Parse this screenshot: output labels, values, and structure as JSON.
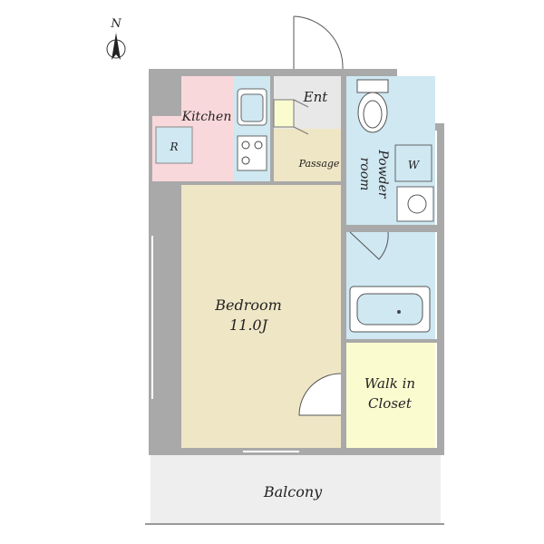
{
  "compass": {
    "label": "N"
  },
  "rooms": {
    "kitchen": "Kitchen",
    "fridge": "R",
    "entrance": "Ent",
    "passage": "Passage",
    "powder_line1": "Powder",
    "powder_line2": "room",
    "washer": "W",
    "bedroom": "Bedroom",
    "bedroom_size": "11.0J",
    "closet_line1": "Walk in",
    "closet_line2": "Closet",
    "balcony": "Balcony"
  },
  "colors": {
    "kitchen": "#f9d8dc",
    "bedroom": "#efe6c6",
    "bath": "#cfe8f2",
    "closet": "#fbfbd0",
    "entrance": "#e8e8e8",
    "wall": "#a9a9a9",
    "balcony": "#eeeeee"
  }
}
